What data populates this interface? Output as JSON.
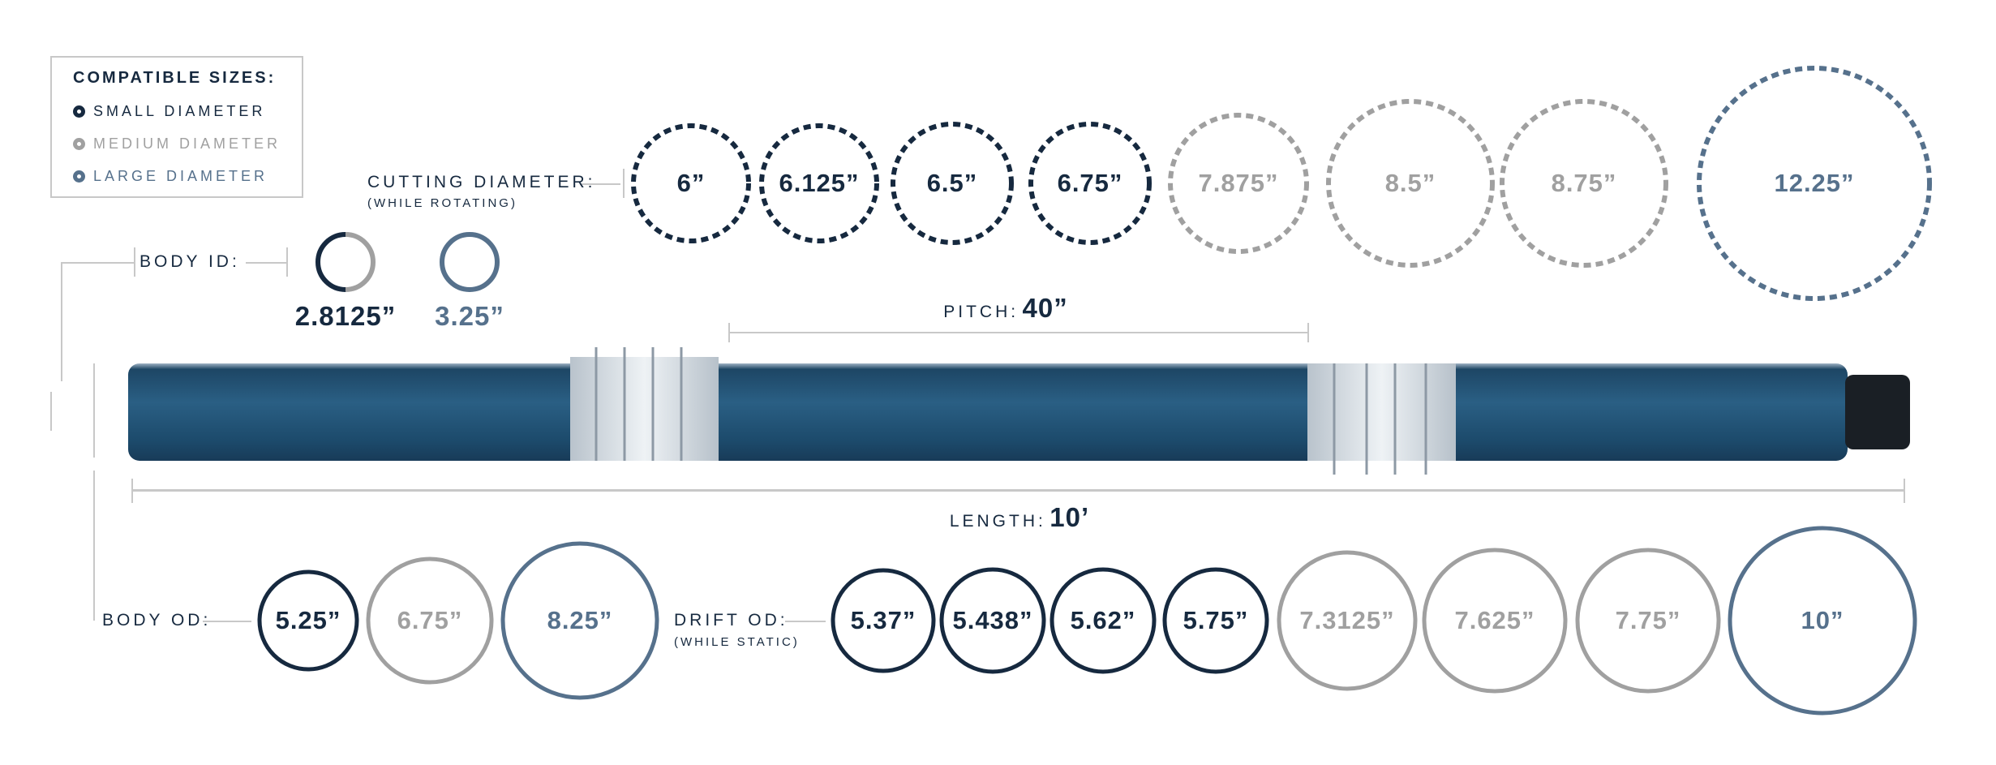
{
  "colors": {
    "small": "#16293f",
    "medium": "#a0a0a0",
    "large": "#56718c"
  },
  "legend": {
    "title": "COMPATIBLE SIZES:",
    "items": [
      {
        "label": "SMALL DIAMETER",
        "category": "small"
      },
      {
        "label": "MEDIUM DIAMETER",
        "category": "medium"
      },
      {
        "label": "LARGE DIAMETER",
        "category": "large"
      }
    ]
  },
  "cutting_diameter": {
    "label": "CUTTING DIAMETER:",
    "sublabel": "(WHILE ROTATING)",
    "sizes": [
      {
        "value": "6”",
        "category": "small"
      },
      {
        "value": "6.125”",
        "category": "small"
      },
      {
        "value": "6.5”",
        "category": "small"
      },
      {
        "value": "6.75”",
        "category": "small"
      },
      {
        "value": "7.875”",
        "category": "medium"
      },
      {
        "value": "8.5”",
        "category": "medium"
      },
      {
        "value": "8.75”",
        "category": "medium"
      },
      {
        "value": "12.25”",
        "category": "large"
      }
    ]
  },
  "body_id": {
    "label": "BODY ID:",
    "sizes": [
      {
        "value": "2.8125”",
        "category": "small-medium"
      },
      {
        "value": "3.25”",
        "category": "large"
      }
    ]
  },
  "pitch": {
    "label": "PITCH:",
    "value": "40”"
  },
  "length": {
    "label": "LENGTH:",
    "value": "10’"
  },
  "body_od": {
    "label": "BODY OD:",
    "sizes": [
      {
        "value": "5.25”",
        "category": "small"
      },
      {
        "value": "6.75”",
        "category": "medium"
      },
      {
        "value": "8.25”",
        "category": "large"
      }
    ]
  },
  "drift_od": {
    "label": "DRIFT OD:",
    "sublabel": "(WHILE STATIC)",
    "sizes": [
      {
        "value": "5.37”",
        "category": "small"
      },
      {
        "value": "5.438”",
        "category": "small"
      },
      {
        "value": "5.62”",
        "category": "small"
      },
      {
        "value": "5.75”",
        "category": "small"
      },
      {
        "value": "7.3125”",
        "category": "medium"
      },
      {
        "value": "7.625”",
        "category": "medium"
      },
      {
        "value": "7.75”",
        "category": "medium"
      },
      {
        "value": "10”",
        "category": "large"
      }
    ]
  }
}
